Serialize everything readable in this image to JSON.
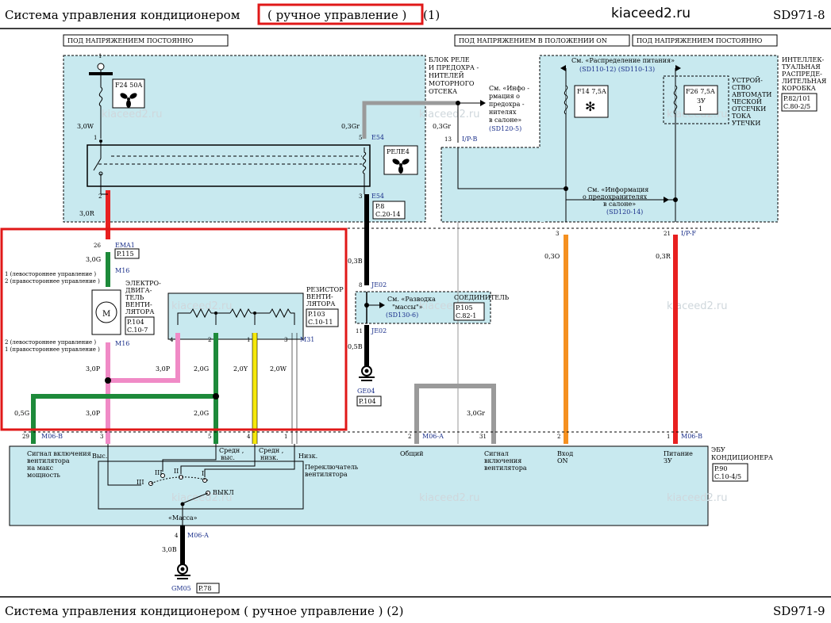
{
  "header": {
    "title_left": "Система   управления    кондиционером",
    "title_highlight": "( ручное   управление    )",
    "title_num": "(1)",
    "site": "kiaceed2.ru",
    "page_code": "SD971-8"
  },
  "footer": {
    "title": "Система   управления    кондиционером    ( ручное   управление   ) (2)",
    "page_code": "SD971-9"
  },
  "power_labels": {
    "always_left": "ПОД НАПРЯЖЕНИЕМ   ПОСТОЯННО",
    "on": "ПОД НАПРЯЖЕНИЕМ   В ПОЛОЖЕНИИ  ON",
    "always_right": "ПОД НАПРЯЖЕНИЕМ   ПОСТОЯННО"
  },
  "engine_relay_box": {
    "title_lines": [
      "БЛОК  РЕЛЕ",
      "И ПРЕДОХРА -",
      "НИТЕЛЕЙ",
      "МОТОРНОГО",
      "ОТСЕКА"
    ],
    "fuse": "F24 50A",
    "relay": "РЕЛЕ4",
    "wire_in": "3,0W",
    "wire_out": "3,0R",
    "wire_gr": "0,3Gr",
    "pin1": "1",
    "pin2": "2",
    "pin3": "3",
    "pin5": "5",
    "conn_e54_top": "E54",
    "conn_e54_bot": "E54",
    "page_ref": "P.8",
    "chapter_ref": "C.20-14"
  },
  "see_fuse_info": {
    "lines": [
      "См. «Инфо -",
      "рмация  о",
      "предохра  -",
      "нителях",
      "в  салоне»"
    ],
    "ref": "(SD120-5)"
  },
  "smart_box": {
    "title_lines": [
      "ИНТЕЛЛЕК-",
      "ТУАЛЬНАЯ",
      "РАСПРЕДЕ-",
      "ЛИТЕЛЬНАЯ",
      "КОРОБКА"
    ],
    "power_dist_ref": "См. «Распределение  питания»",
    "power_dist_codes": "(SD110-12)   (SD110-13)",
    "fuse_f14": "F14 7,5A",
    "fuse_f26": "F26 7,5A",
    "zu_label": "ЗУ",
    "zu_num": "1",
    "leak_dev_lines": [
      "УСТРОЙ-",
      "СТВО",
      "АВТОМАТИ",
      "ЧЕСКОЙ",
      "ОТСЕЧКИ",
      "ТОКА",
      "УТЕЧКИ"
    ],
    "page_ref": "P.82/101",
    "chapter_ref": "C.80-2/5",
    "fuse_info_lines": [
      "См. «Информация",
      "о предохранителях",
      "в  салоне»"
    ],
    "fuse_info_ref": "(SD120-14)",
    "pin13": "13",
    "conn_ipb": "I/P-B",
    "gr_wire": "0,3Gr",
    "pin3": "3",
    "pin21": "21",
    "conn_ipf": "I/P-F"
  },
  "motor": {
    "conn": "EMA1",
    "pin": "26",
    "page_ref": "P.115",
    "wire_top": "3,0G",
    "conn_m16_top": "M16",
    "lhd_1": "1 (левостороннее  управление )",
    "rhd_2": "2 (правостороннее  управление )",
    "name_lines": [
      "ЭЛЕКТРО-",
      "ДВИГА-",
      "ТЕЛЬ",
      "ВЕНТИ-",
      "ЛЯТОРА"
    ],
    "symbol": "M",
    "page_ref2": "P.104",
    "chapter_ref": "C.10-7",
    "lhd_2": "2 (левостороннее  управление )",
    "rhd_1": "1 (правостороннее  управление )",
    "conn_m16_bot": "M16",
    "wire_bot": "3,0P"
  },
  "resistor": {
    "name_lines": [
      "РЕЗИСТОР",
      "ВЕНТИ-",
      "ЛЯТОРА"
    ],
    "page_ref": "P.103",
    "chapter_ref": "C.10-11",
    "pins": [
      "4",
      "2",
      "1",
      "3"
    ],
    "conn": "M31",
    "wires": [
      "3,0P",
      "2,0G",
      "2,0Y",
      "2,0W"
    ]
  },
  "ground_block": {
    "wire_b1": "0,3B",
    "pin8": "8",
    "conn_je02_top": "JE02",
    "see_lines": [
      "См. «Разводка",
      "\"массы\"»"
    ],
    "see_ref": "(SD130-6)",
    "connector_name": "СОЕДИНИТЕЛЬ",
    "page_ref": "P.105",
    "chapter_ref": "C.82-1",
    "pin11": "11",
    "conn_je02_bot": "JE02",
    "wire_b2": "0,5B",
    "ground": "GE04",
    "ground_ref": "P.104"
  },
  "lower_wires": {
    "w05g": "0,5G",
    "w30p": "3,0P",
    "w20g": "2,0G",
    "w30gr": "3,0Gr",
    "w03o": "0,3O",
    "w03r": "0,3R"
  },
  "ecu": {
    "pins": {
      "p29": "29",
      "conn_m06b_l": "M06-B",
      "p3": "3",
      "p5": "5",
      "p4": "4",
      "p1": "1",
      "p2": "2",
      "conn_m06a": "M06-A",
      "p31": "31",
      "p2b": "2",
      "p1b": "1",
      "conn_m06b_r": "M06-B"
    },
    "sig_max_lines": [
      "Сигнал включения",
      "вентилятора",
      "на макс",
      "мощность"
    ],
    "high": "Выс.",
    "mid_high_lines": [
      "Средн ,",
      "выс."
    ],
    "mid_low_lines": [
      "Средн ,",
      "низк."
    ],
    "low": "Низк.",
    "switch_lines": [
      "Переключатель",
      "вентилятора"
    ],
    "common": "Общий",
    "fan_on_lines": [
      "Сигнал",
      "включения",
      "вентилятора"
    ],
    "input_on_lines": [
      "Вход",
      "ON"
    ],
    "power_zu_lines": [
      "Питание",
      "ЗУ"
    ],
    "name_lines": [
      "ЭБУ",
      "КОНДИЦИОНЕРА"
    ],
    "page_ref": "P.90",
    "chapter_ref": "C.10-4/5",
    "switch_pos": [
      "III",
      "II",
      "I",
      "ВЫКЛ"
    ],
    "ground_label": "«Масса»",
    "conn_m06a_b": "M06-A",
    "wire_30b": "3,0B",
    "ground": "GM05",
    "ground_ref": "P.78"
  },
  "watermark": "kiaceed2.ru",
  "colors": {
    "panel": "#c8e9ef",
    "red": "#e82020",
    "green": "#1d8a3a",
    "pink": "#f08ac6",
    "yellow": "#f5e80a",
    "orange": "#f59020",
    "gray": "#9a9a9a",
    "black": "#000000",
    "highlight": "#e01818",
    "link_blue": "#1a2f8a"
  }
}
